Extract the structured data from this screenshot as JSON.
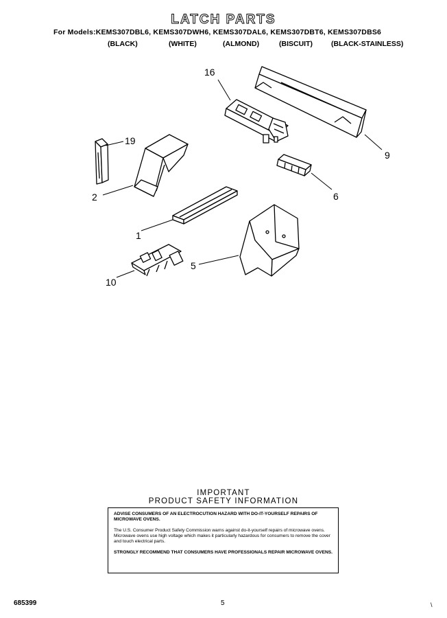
{
  "header": {
    "title": "LATCH PARTS",
    "models_line": "For Models:KEMS307DBL6, KEMS307DWH6, KEMS307DAL6, KEMS307DBT6, KEMS307DBS6",
    "colors": [
      "(BLACK)",
      "(WHITE)",
      "(ALMOND)",
      "(BISCUIT)",
      "(BLACK-STAINLESS)"
    ]
  },
  "callouts": [
    "16",
    "9",
    "19",
    "2",
    "6",
    "1",
    "5",
    "10"
  ],
  "safety": {
    "heading1": "IMPORTANT",
    "heading2": "PRODUCT SAFETY INFORMATION",
    "para1": "ADVISE CONSUMERS OF AN ELECTROCUTION HAZARD WITH DO-IT-YOURSELF REPAIRS OF MICROWAVE OVENS.",
    "para2": "The U.S. Consumer Product Safety Commission warns against do-it-yourself repairs of microwave ovens. Microwave ovens use high voltage which makes it particularly hazardous for consumers to remove the cover and touch electrical parts.",
    "para3": "STRONGLY RECOMMEND THAT CONSUMERS HAVE PROFESSIONALS REPAIR MICROWAVE OVENS."
  },
  "footer": {
    "doc_number": "685399",
    "page": "5",
    "mark": "\\"
  }
}
